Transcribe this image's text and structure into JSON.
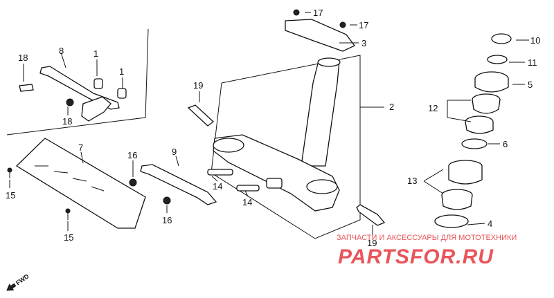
{
  "callouts": [
    "1",
    "1",
    "2",
    "3",
    "4",
    "5",
    "6",
    "7",
    "8",
    "9",
    "10",
    "11",
    "12",
    "13",
    "14",
    "14",
    "15",
    "15",
    "16",
    "16",
    "17",
    "17",
    "18",
    "18",
    "19",
    "19"
  ],
  "watermark": {
    "caption": "ЗАПЧАСТИ И АКСЕССУАРЫ ДЛЯ МОТОТЕХНИКИ",
    "brand": "PARTSFOR.RU",
    "color": "#e8555a"
  },
  "direction_marker": "FWD"
}
